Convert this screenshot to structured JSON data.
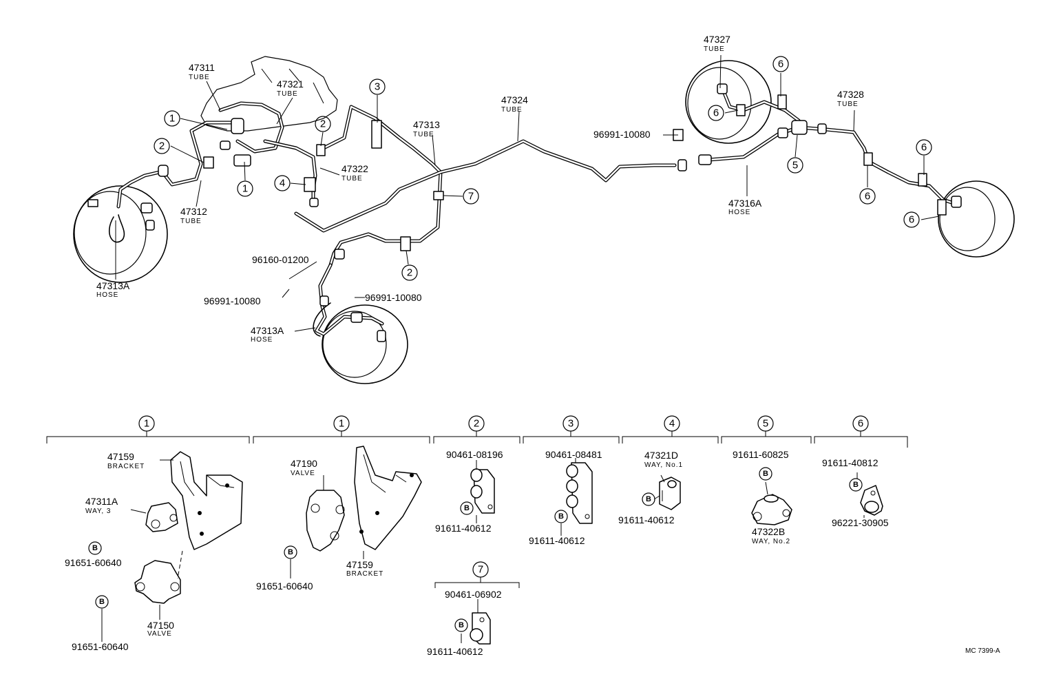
{
  "footer": {
    "watermark": "MC 7399-A"
  },
  "upper_labels": {
    "p47311": {
      "number": "47311",
      "desc": "TUBE"
    },
    "p47321": {
      "number": "47321",
      "desc": "TUBE"
    },
    "p47312": {
      "number": "47312",
      "desc": "TUBE"
    },
    "p47313A_left": {
      "number": "47313A",
      "desc": "HOSE"
    },
    "p47322": {
      "number": "47322",
      "desc": "TUBE"
    },
    "p47313": {
      "number": "47313",
      "desc": "TUBE"
    },
    "p47324": {
      "number": "47324",
      "desc": "TUBE"
    },
    "p96991_a": "96991-10080",
    "p96160": "96160-01200",
    "p96991_b": "96991-10080",
    "p96991_c": "96991-10080",
    "p47313A_front": {
      "number": "47313A",
      "desc": "HOSE"
    },
    "p47327": {
      "number": "47327",
      "desc": "TUBE"
    },
    "p47328": {
      "number": "47328",
      "desc": "TUBE"
    },
    "p47316A": {
      "number": "47316A",
      "desc": "HOSE"
    }
  },
  "callouts": {
    "c1": "1",
    "c2": "2",
    "c3": "3",
    "c4": "4",
    "c5": "5",
    "c6": "6",
    "c7": "7",
    "bolt": "B"
  },
  "groups": {
    "g1a": {
      "bracket": {
        "number": "47159",
        "desc": "BRACKET"
      },
      "way": {
        "number": "47311A",
        "desc": "WAY, 3"
      },
      "bolt_upper": "91651-60640",
      "bolt_lower": "91651-60640",
      "valve": {
        "number": "47150",
        "desc": "VALVE"
      }
    },
    "g1b": {
      "valve": {
        "number": "47190",
        "desc": "VALVE"
      },
      "bolt": "91651-60640",
      "bracket": {
        "number": "47159",
        "desc": "BRACKET"
      }
    },
    "g2": {
      "clamp": "90461-08196",
      "bolt": "91611-40612"
    },
    "g3": {
      "clamp": "90461-08481",
      "bolt": "91611-40612"
    },
    "g4": {
      "way": {
        "number": "47321D",
        "desc": "WAY, No.1"
      },
      "bolt": "91611-40612"
    },
    "g5": {
      "bolt": "91611-60825",
      "way": {
        "number": "47322B",
        "desc": "WAY, No.2"
      }
    },
    "g6": {
      "bolt": "91611-40812",
      "clip": "96221-30905"
    },
    "g7": {
      "clamp": "90461-06902",
      "bolt": "91611-40612"
    }
  }
}
